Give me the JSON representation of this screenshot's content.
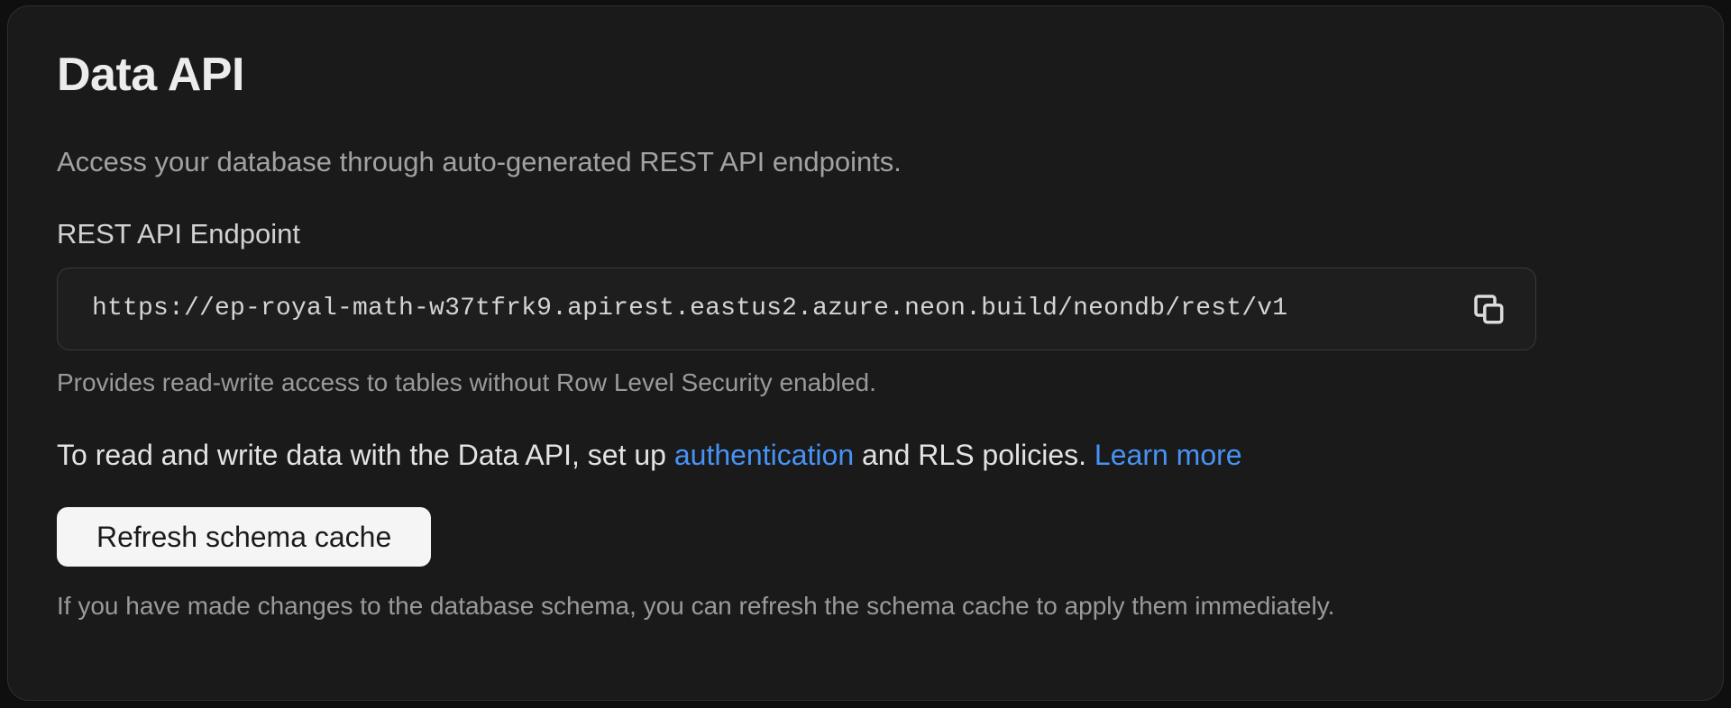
{
  "colors": {
    "page_background": "#0f0f0f",
    "card_background": "#1a1a1a",
    "card_border": "#2e2e2e",
    "field_background": "#1e1e1e",
    "field_border": "#3a3a3a",
    "link": "#4793f5",
    "button_background": "#f5f5f5",
    "button_text": "#1b1b1b"
  },
  "section": {
    "title": "Data API",
    "description": "Access your database through auto-generated REST API endpoints.",
    "endpoint": {
      "label": "REST API Endpoint",
      "url": "https://ep-royal-math-w37tfrk9.apirest.eastus2.azure.neon.build/neondb/rest/v1",
      "copy_icon": "copy-icon",
      "helper": "Provides read-write access to tables without Row Level Security enabled."
    },
    "auth_note": {
      "text_before": "To read and write data with the Data API, set up ",
      "auth_link": "authentication",
      "text_middle": " and RLS policies. ",
      "learn_more_link": "Learn more"
    },
    "refresh": {
      "button_label": "Refresh schema cache",
      "helper": "If you have made changes to the database schema, you can refresh the schema cache to apply them immediately."
    }
  }
}
